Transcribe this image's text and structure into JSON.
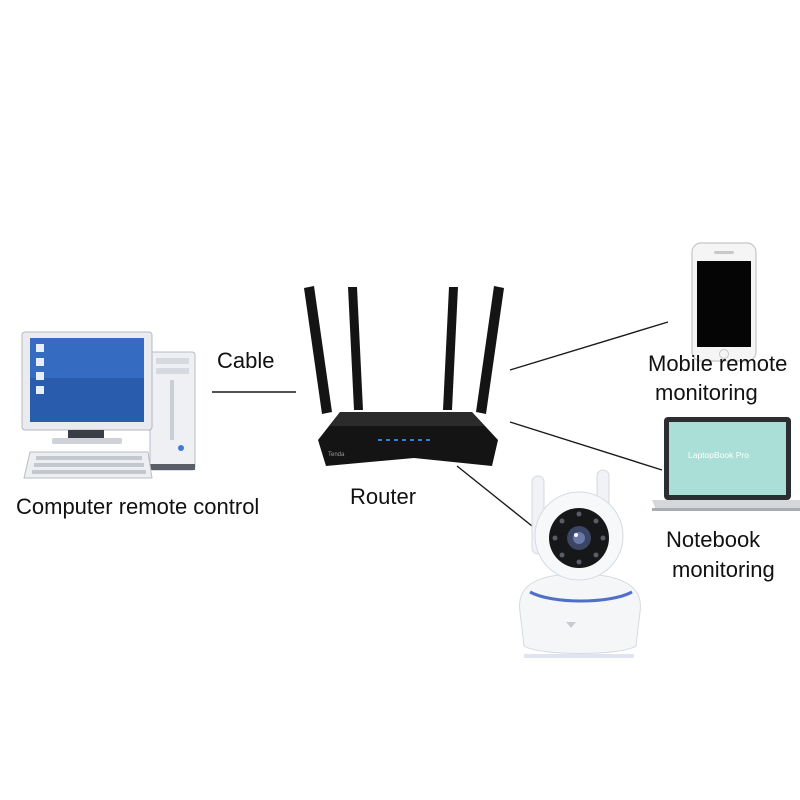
{
  "labels": {
    "computer": "Computer remote control",
    "cable": "Cable",
    "router": "Router",
    "mobile_line1": "Mobile remote",
    "mobile_line2": "monitoring",
    "notebook_line1": "Notebook",
    "notebook_line2": "monitoring"
  },
  "devices": {
    "laptop_screen_text": "LaptopBook Pro",
    "router_brand": "Tenda"
  },
  "colors": {
    "connection_line": "#1a1a1a",
    "router_body": "#141414",
    "router_led": "#2f7dd6",
    "monitor_screen": "#2a5cae",
    "laptop_screen": "#a9dfd6",
    "camera_body": "#f4f6f8",
    "camera_accent": "#4f6fc9"
  },
  "icons": [
    "desktop-computer-icon",
    "router-icon",
    "smartphone-icon",
    "laptop-icon",
    "ip-camera-icon"
  ]
}
